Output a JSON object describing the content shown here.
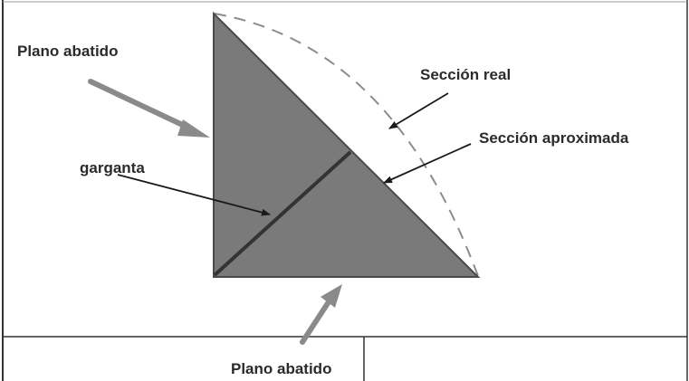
{
  "labels": {
    "plano_left": "Plano abatido",
    "seccion_real": "Sección real",
    "seccion_aproximada": "Sección aproximada",
    "garganta": "garganta",
    "plano_bottom": "Plano abatido"
  },
  "colors": {
    "triangle_fill": "#7a7a7a",
    "triangle_stroke": "#4a4a4a",
    "throat_line": "#333333",
    "big_arrow": "#8a8a8a",
    "thin_arrow": "#1a1a1a",
    "dashed_curve": "#8c8c8c",
    "frame": "#333333"
  }
}
